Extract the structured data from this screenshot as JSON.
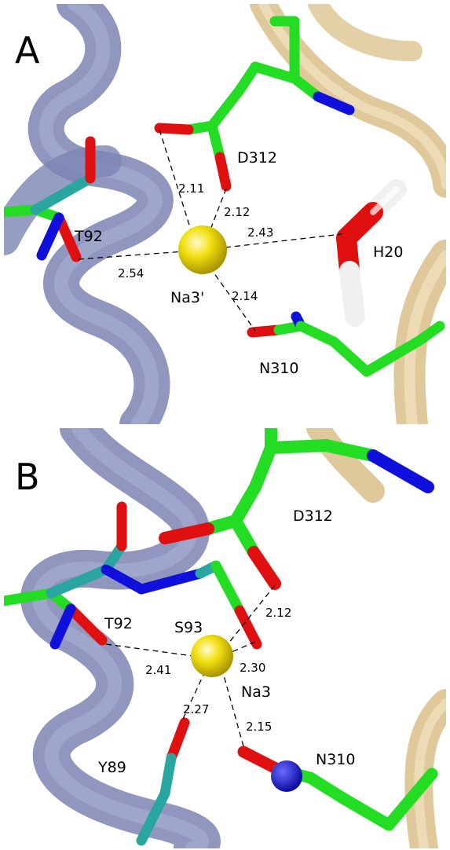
{
  "panels": [
    {
      "letter": "A",
      "ion_label": "Na3'",
      "residues": {
        "d312": "D312",
        "t92": "T92",
        "h20": "H20",
        "n310": "N310"
      },
      "distances": {
        "d312_o1": "2.11",
        "d312_o2": "2.12",
        "h20": "2.43",
        "t92": "2.54",
        "n310": "2.14"
      }
    },
    {
      "letter": "B",
      "ion_label": "Na3",
      "residues": {
        "d312": "D312",
        "t92": "T92",
        "s93": "S93",
        "y89": "Y89",
        "n310": "N310"
      },
      "distances": {
        "d312": "2.12",
        "s93": "2.30",
        "t92": "2.41",
        "y89": "2.27",
        "n310": "2.15"
      }
    }
  ],
  "colors": {
    "carbon": "#22dd22",
    "oxygen": "#e01010",
    "nitrogen": "#1010dd",
    "hydrogen": "#f0f0f0",
    "sodium": "#f2e010",
    "helix_blue": "#8890bb",
    "ribbon_tan": "#e6d2a2"
  }
}
